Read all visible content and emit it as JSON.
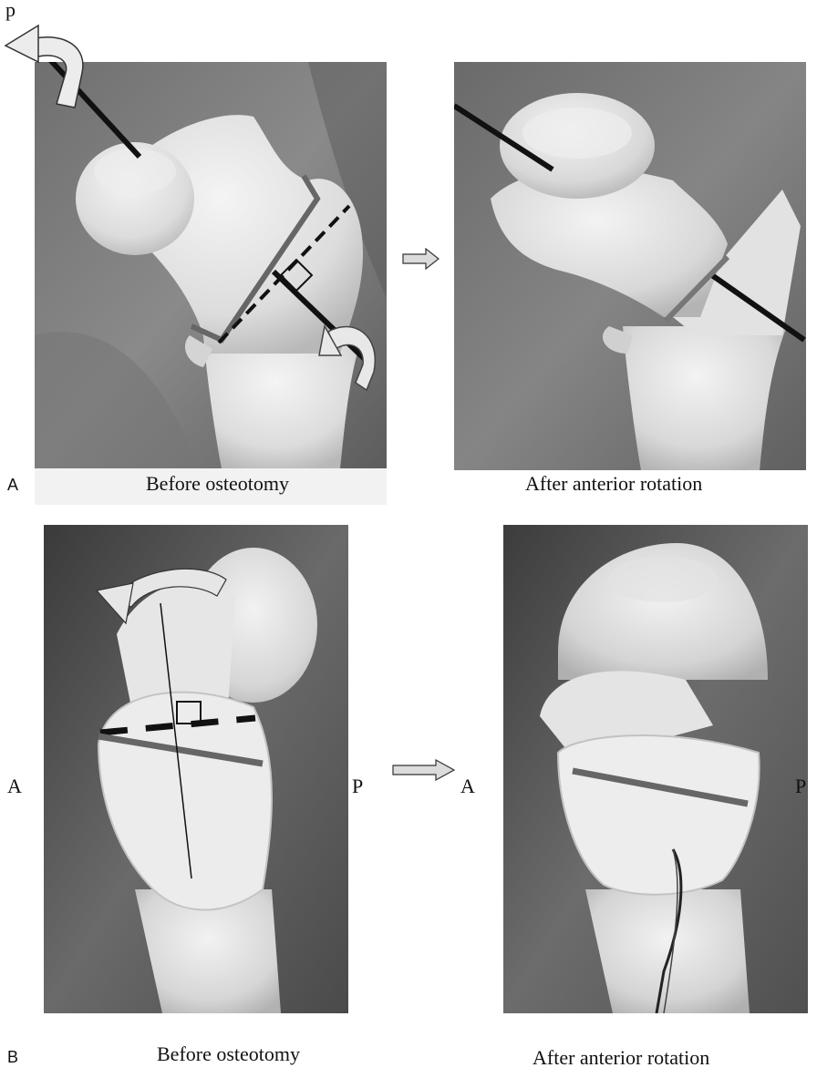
{
  "figure": {
    "panel_a": {
      "letter": "A",
      "before_caption": "Before osteotomy",
      "after_caption": "After anterior rotation",
      "corner_label": "p"
    },
    "panel_b": {
      "letter": "B",
      "before_caption": "Before osteotomy",
      "after_caption": "After anterior rotation",
      "left_before": "A",
      "right_before": "P",
      "left_after": "A",
      "right_after": "P"
    }
  }
}
